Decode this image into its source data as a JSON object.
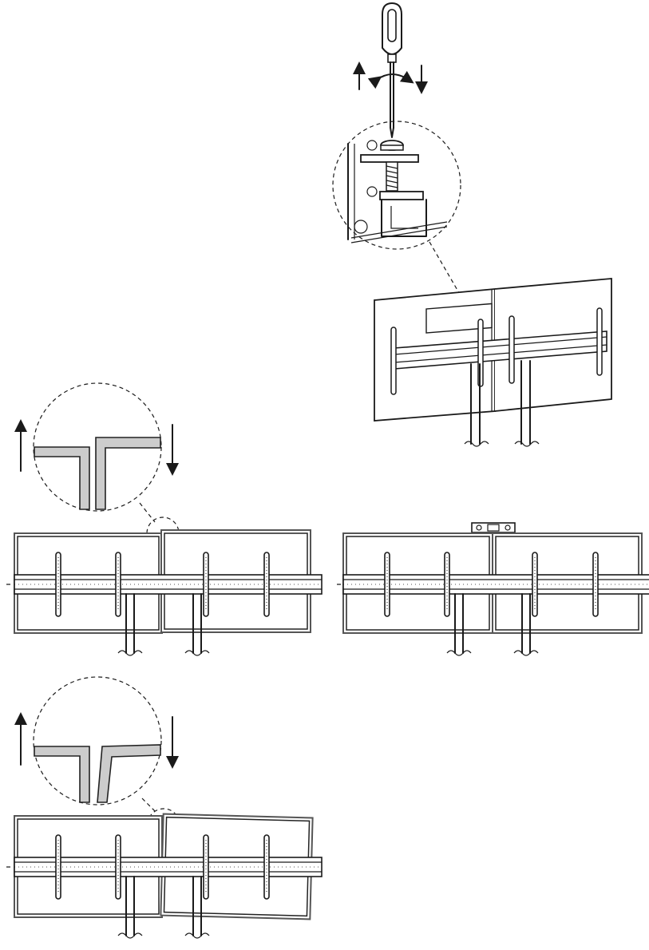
{
  "figure": {
    "steps": [
      {
        "id": "adjust-screw",
        "arrow_up": true,
        "arrow_down": true,
        "rotation": true
      },
      {
        "id": "misaligned-vertical",
        "arrow_up": true,
        "arrow_down": true
      },
      {
        "id": "aligned-with-level"
      },
      {
        "id": "misaligned-tilted",
        "arrow_up": true,
        "arrow_down": true
      }
    ]
  },
  "colors": {
    "line": "#1a1a1a",
    "frame_grey": "#cccccc",
    "panel_edge": "#555555",
    "background": "#ffffff"
  },
  "icons": [
    "screwdriver-icon",
    "rotate-arrow-icon",
    "spirit-level-icon",
    "arrow-up-icon",
    "arrow-down-icon"
  ]
}
